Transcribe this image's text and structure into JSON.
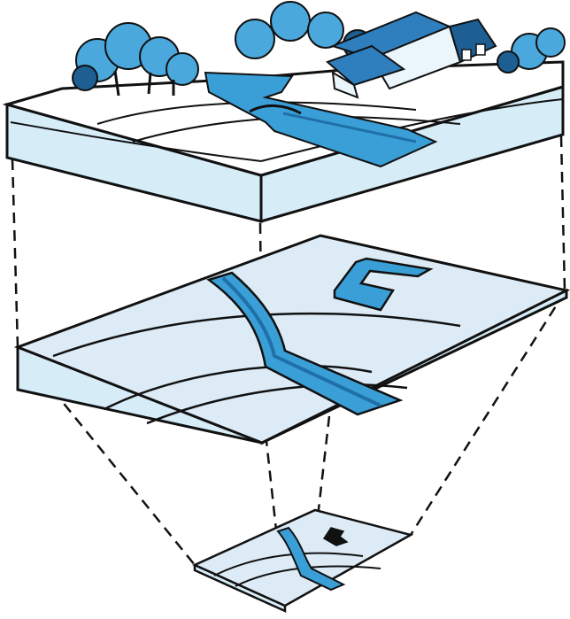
{
  "colors": {
    "background": "#ffffff",
    "outline": "#111111",
    "panel_fill": "#d6ecf7",
    "map_fill": "#dcebf5",
    "surface": "#ffffff",
    "water": "#3a9fd6",
    "water_dark": "#1f6fa8",
    "foliage": "#4aa8dc",
    "foliage_dark": "#1d5f93",
    "roof": "#2f7fbf",
    "wall": "#eaf5fc",
    "projection_line": "#111111"
  },
  "diagram": {
    "layers": [
      "landscape-block",
      "map-plane-large",
      "map-plane-small"
    ],
    "features": [
      "river",
      "building",
      "road-lines",
      "trees"
    ],
    "projection_style": "dashed"
  }
}
